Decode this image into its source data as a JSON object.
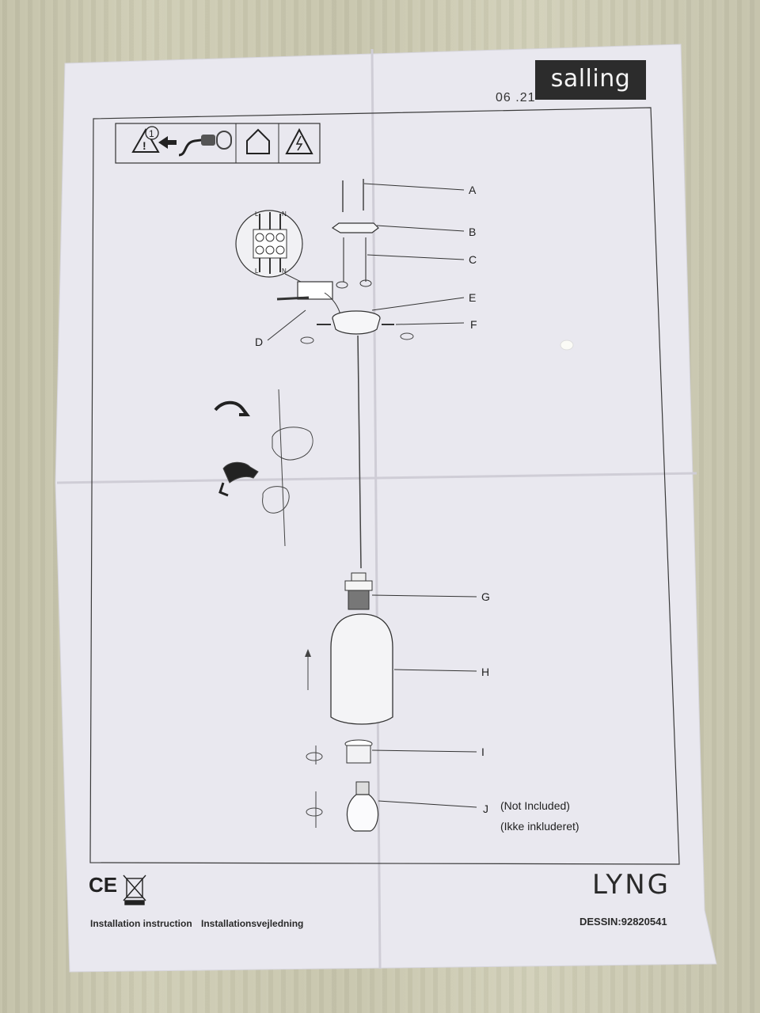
{
  "header": {
    "brand": "salling",
    "date_code": "06 .21"
  },
  "warning_icons": [
    {
      "name": "warning-triangle-icon"
    },
    {
      "name": "step-one-icon",
      "label": "1"
    },
    {
      "name": "unplug-icon"
    },
    {
      "name": "indoor-house-icon"
    },
    {
      "name": "electric-hazard-icon"
    }
  ],
  "parts": [
    {
      "letter": "A"
    },
    {
      "letter": "B"
    },
    {
      "letter": "C"
    },
    {
      "letter": "D"
    },
    {
      "letter": "E"
    },
    {
      "letter": "F"
    },
    {
      "letter": "G"
    },
    {
      "letter": "H"
    },
    {
      "letter": "I"
    },
    {
      "letter": "J",
      "note_en": "(Not Included)",
      "note_da": "(Ikke inkluderet)"
    }
  ],
  "terminal_labels": [
    "L",
    "N",
    "L",
    "N"
  ],
  "footer": {
    "marks": "CE",
    "instruction_en": "Installation instruction",
    "instruction_da": "Installationsvejledning",
    "product": "LYNG",
    "design_code": "DESSIN:92820541"
  },
  "colors": {
    "paper": "#e9e8ef",
    "ink": "#2a2a2a",
    "wood": "#c8c6ad"
  }
}
